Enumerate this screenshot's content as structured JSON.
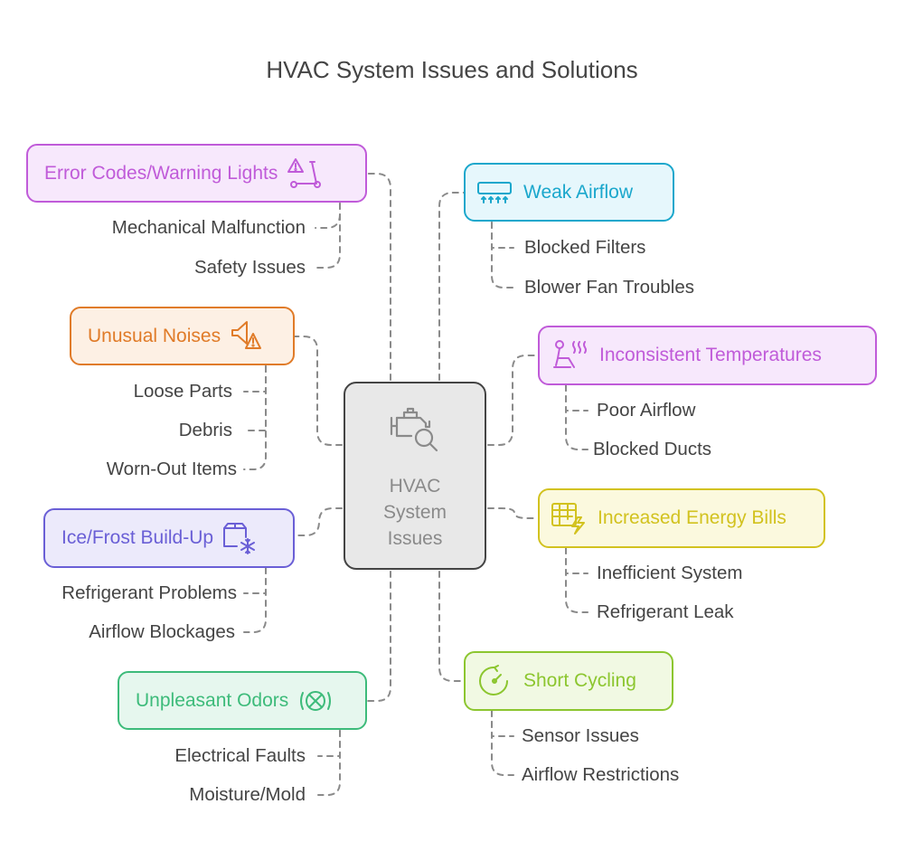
{
  "title": "HVAC System Issues and Solutions",
  "center": {
    "label": "HVAC\nSystem\nIssues",
    "icon": "engine-search-icon",
    "color": "#444444"
  },
  "issues": [
    {
      "key": "error_codes",
      "label": "Error Codes/Warning Lights",
      "icon": "scooter-warning-icon",
      "color": "#c05bd9",
      "fill": "#f7e8fc",
      "children": [
        "Mechanical Malfunction",
        "Safety Issues"
      ]
    },
    {
      "key": "weak_airflow",
      "label": "Weak Airflow",
      "icon": "vent-airflow-icon",
      "color": "#1aa7cc",
      "fill": "#e6f7fc",
      "children": [
        "Blocked Filters",
        "Blower Fan Troubles"
      ]
    },
    {
      "key": "unusual_noises",
      "label": "Unusual Noises",
      "icon": "speaker-warning-icon",
      "color": "#e07b28",
      "fill": "#fdf0e4",
      "children": [
        "Loose Parts",
        "Debris",
        "Worn-Out Items"
      ]
    },
    {
      "key": "inconsistent_temperatures",
      "label": "Inconsistent Temperatures",
      "icon": "person-heat-icon",
      "color": "#c05bd9",
      "fill": "#f7e8fc",
      "children": [
        "Poor Airflow",
        "Blocked Ducts"
      ]
    },
    {
      "key": "ice_frost",
      "label": "Ice/Frost Build-Up",
      "icon": "box-snowflake-icon",
      "color": "#6a5fd6",
      "fill": "#eceafb",
      "children": [
        "Refrigerant Problems",
        "Airflow Blockages"
      ]
    },
    {
      "key": "energy_bills",
      "label": "Increased Energy Bills",
      "icon": "bill-lightning-icon",
      "color": "#d2c21f",
      "fill": "#fbf9de",
      "children": [
        "Inefficient System",
        "Refrigerant Leak"
      ]
    },
    {
      "key": "odors",
      "label": "Unpleasant Odors",
      "icon": "no-odor-icon",
      "color": "#3dbb7a",
      "fill": "#e6f7ee",
      "children": [
        "Electrical Faults",
        "Moisture/Mold"
      ]
    },
    {
      "key": "short_cycling",
      "label": "Short Cycling",
      "icon": "cycle-gauge-icon",
      "color": "#8cc62f",
      "fill": "#f1f9e3",
      "children": [
        "Sensor Issues",
        "Airflow Restrictions"
      ]
    }
  ],
  "colors": {
    "connector": "#8a8a8a",
    "leaf_text": "#444444",
    "title_text": "#444444"
  }
}
